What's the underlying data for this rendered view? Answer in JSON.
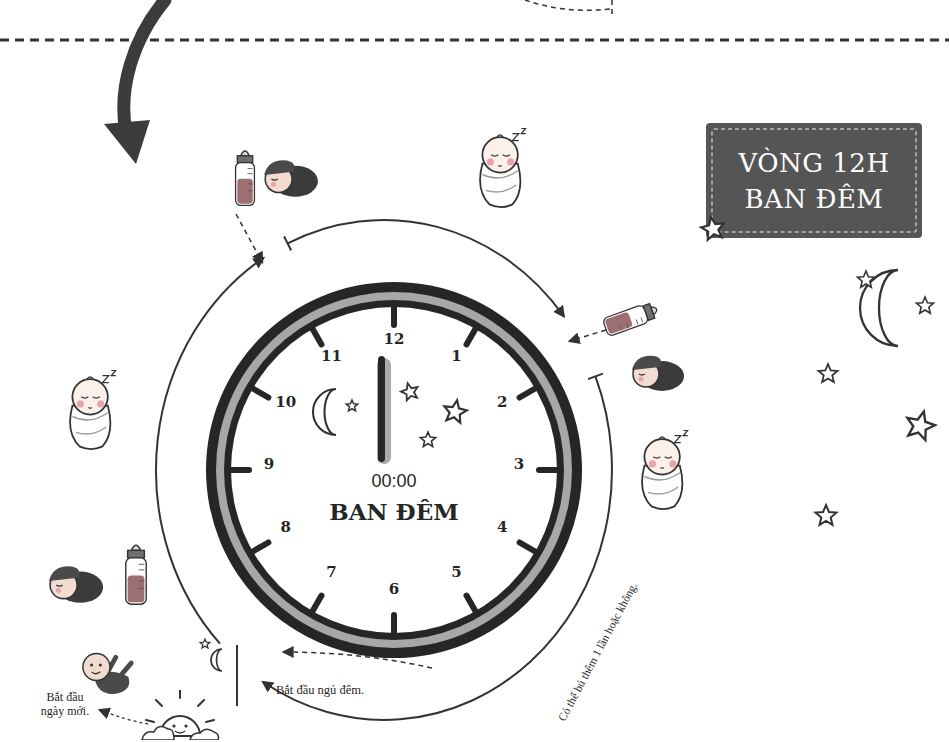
{
  "diagram": {
    "title": "VÒNG 12H BAN ĐÊM",
    "nodes": [
      {
        "text": [
          "00:00",
          "BAN ĐÊM"
        ]
      }
    ],
    "labels": [
      "12",
      "1",
      "2",
      "3",
      "4",
      "5",
      "6",
      "7",
      "8",
      "9",
      "10",
      "11",
      "Có thể bú thêm 1 lần hoặc không.",
      "Bắt đầu ngủ đêm.",
      "Bắt đầu ngày mới."
    ]
  }
}
